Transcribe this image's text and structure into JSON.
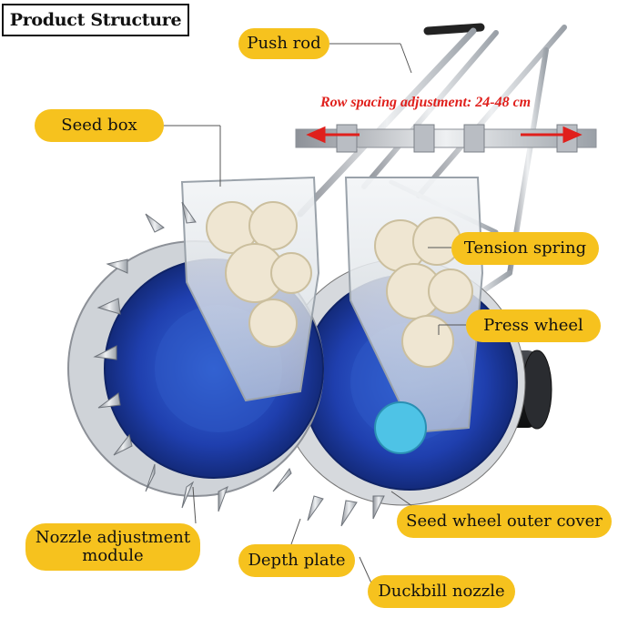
{
  "title": "Product Structure",
  "row_spacing": "Row spacing adjustment: 24-48 cm",
  "labels": {
    "push_rod": "Push rod",
    "seed_box": "Seed box",
    "tension_spring": "Tension spring",
    "press_wheel": "Press wheel",
    "seed_wheel_outer_cover": "Seed wheel outer cover",
    "nozzle_adjustment_module": "Nozzle adjustment module",
    "depth_plate": "Depth plate",
    "duckbill_nozzle": "Duckbill nozzle"
  },
  "colors": {
    "label_fill": "#f6c21e",
    "accent_red": "#e0201c",
    "wheel_blue": "#1f3fae",
    "metal": "#c9ccd1"
  }
}
